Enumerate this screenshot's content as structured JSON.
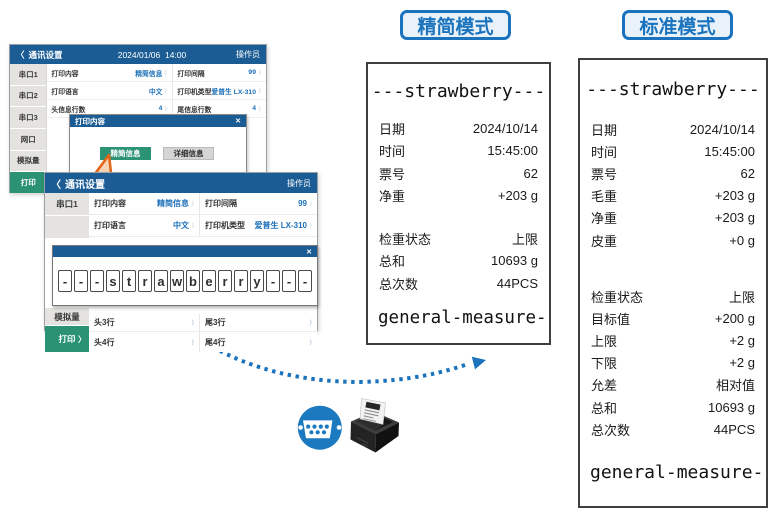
{
  "colors": {
    "header_blue": "#1b5c94",
    "green": "#2b9374",
    "accent_blue": "#1a73bc",
    "value_blue": "#1d70b8",
    "sidebar_gray": "#e4e3e0",
    "receipt_border": "#3f3f3f"
  },
  "screen1": {
    "back_icon": "〈",
    "title": "通讯设置",
    "datetime": "2024/01/06  14:00",
    "operator": "操作员",
    "chevron": "〉",
    "sidebar": [
      "串口1",
      "串口2",
      "串口3",
      "网口",
      "模拟量",
      "打印"
    ],
    "rows": [
      {
        "l1": "打印内容",
        "v1": "精简信息",
        "l2": "打印间隔",
        "v2": "99"
      },
      {
        "l1": "打印语言",
        "v1": "中文",
        "l2": "打印机类型",
        "v2": "爱普生 LX-310"
      },
      {
        "l1": "头信息行数",
        "v1": "4",
        "l2": "尾信息行数",
        "v2": "4"
      }
    ],
    "modal": {
      "title": "打印内容",
      "close": "✕",
      "btn_primary": "精简信息",
      "btn_secondary": "详细信息"
    }
  },
  "screen2": {
    "back_icon": "〈",
    "title": "通讯设置",
    "operator": "操作员",
    "chevron": "〉",
    "sidebar_serial": "串口1",
    "sidebar_analog": "模拟量",
    "sidebar_print": "打印",
    "rows": [
      {
        "l1": "打印内容",
        "v1": "精简信息",
        "l2": "打印间隔",
        "v2": "99"
      },
      {
        "l1": "打印语言",
        "v1": "中文",
        "l2": "打印机类型",
        "v2": "爱普生 LX-310"
      }
    ],
    "bottom_rows": [
      {
        "l1": "头3行",
        "l2": "尾3行"
      },
      {
        "l1": "头4行",
        "l2": "尾4行"
      }
    ],
    "modal": {
      "close": "✕",
      "chars": [
        "-",
        "-",
        "-",
        "s",
        "t",
        "r",
        "a",
        "w",
        "b",
        "e",
        "r",
        "r",
        "y",
        "-",
        "-",
        "-"
      ]
    }
  },
  "receipt_simple": {
    "mode_label": "精简模式",
    "title": "---strawberry---",
    "rows": [
      {
        "label": "日期",
        "value": "2024/10/14"
      },
      {
        "label": "时间",
        "value": "15:45:00"
      },
      {
        "label": "票号",
        "value": "62"
      },
      {
        "label": "净重",
        "value": "+203 g"
      }
    ],
    "rows2": [
      {
        "label": "检重状态",
        "value": "上限"
      },
      {
        "label": "总和",
        "value": "10693 g"
      },
      {
        "label": "总次数",
        "value": "44PCS"
      }
    ],
    "footer": "general-measure-"
  },
  "receipt_standard": {
    "mode_label": "标准模式",
    "title": "---strawberry---",
    "rows": [
      {
        "label": "日期",
        "value": "2024/10/14"
      },
      {
        "label": "时间",
        "value": "15:45:00"
      },
      {
        "label": "票号",
        "value": "62"
      },
      {
        "label": "毛重",
        "value": "+203 g"
      },
      {
        "label": "净重",
        "value": "+203 g"
      },
      {
        "label": "皮重",
        "value": "+0 g"
      }
    ],
    "rows2": [
      {
        "label": "检重状态",
        "value": "上限"
      },
      {
        "label": "目标值",
        "value": "+200 g"
      },
      {
        "label": "上限",
        "value": "+2 g"
      },
      {
        "label": "下限",
        "value": "+2 g"
      },
      {
        "label": "允差",
        "value": "相对值"
      },
      {
        "label": "总和",
        "value": "10693 g"
      },
      {
        "label": "总次数",
        "value": "44PCS"
      }
    ],
    "footer": "general-measure-"
  }
}
